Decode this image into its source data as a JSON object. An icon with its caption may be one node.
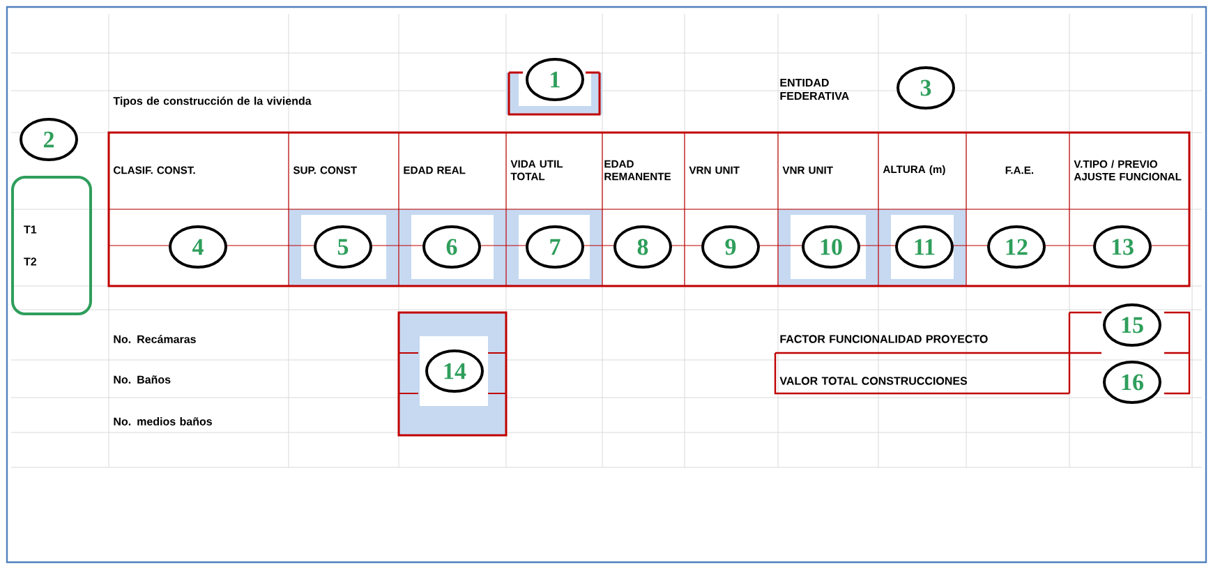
{
  "diagram": {
    "nodes": [
      {
        "text": [
          "1"
        ]
      },
      {
        "text": [
          "3"
        ]
      },
      {
        "text": [
          "2"
        ]
      },
      {
        "text": [
          "T1",
          "T2"
        ]
      },
      {
        "text": [
          "4"
        ]
      },
      {
        "text": [
          "5"
        ]
      },
      {
        "text": [
          "6"
        ]
      },
      {
        "text": [
          "7"
        ]
      },
      {
        "text": [
          "8"
        ]
      },
      {
        "text": [
          "9"
        ]
      },
      {
        "text": [
          "10"
        ]
      },
      {
        "text": [
          "11"
        ]
      },
      {
        "text": [
          "12"
        ]
      },
      {
        "text": [
          "13"
        ]
      },
      {
        "text": [
          "14"
        ]
      },
      {
        "text": [
          "15"
        ]
      },
      {
        "text": [
          "16"
        ]
      }
    ],
    "labels": [
      "Tipos de construcción de la vivienda",
      "ENTIDAD FEDERATIVA",
      "CLASIF. CONST.",
      "SUP. CONST",
      "EDAD REAL",
      "VIDA UTIL TOTAL",
      "EDAD REMANENTE",
      "VRN UNIT",
      "VNR UNIT",
      "ALTURA (m)",
      "F.A.E.",
      "V.TIPO / PREVIO AJUSTE FUNCIONAL",
      "No. Recámaras",
      "No. Baños",
      "No. medios baños",
      "FACTOR FUNCIONALIDAD PROYECTO",
      "VALOR TOTAL CONSTRUCCIONES"
    ]
  }
}
